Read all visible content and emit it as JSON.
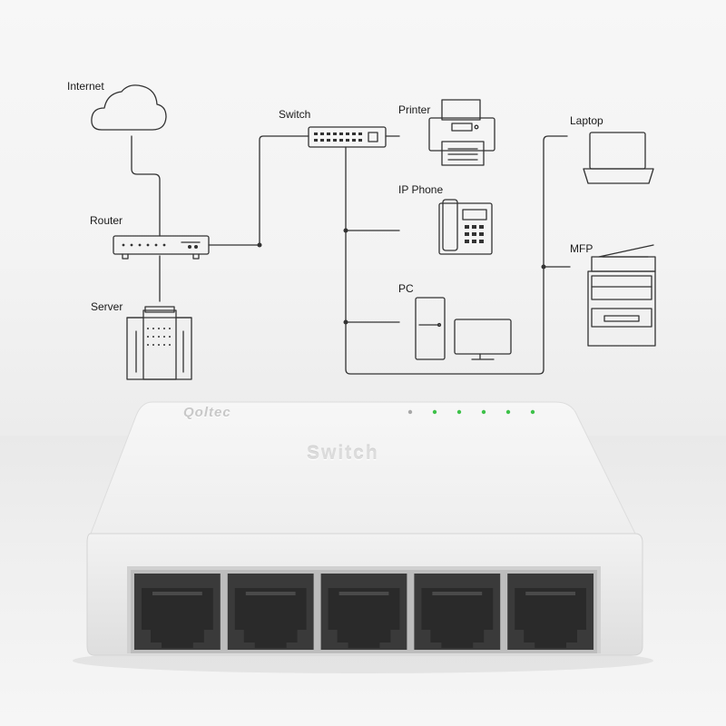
{
  "diagram": {
    "nodes": {
      "internet": "Internet",
      "router": "Router",
      "server": "Server",
      "switch": "Switch",
      "printer": "Printer",
      "ip_phone": "IP Phone",
      "pc": "PC",
      "laptop": "Laptop",
      "mfp": "MFP"
    }
  },
  "device": {
    "brand": "Qoltec",
    "label": "Switch",
    "port_count": 5,
    "led_count": 6
  },
  "colors": {
    "line": "#333333",
    "device_body": "#f4f4f4",
    "led_green": "#3ec24a",
    "port_dark": "#2a2a2a"
  }
}
